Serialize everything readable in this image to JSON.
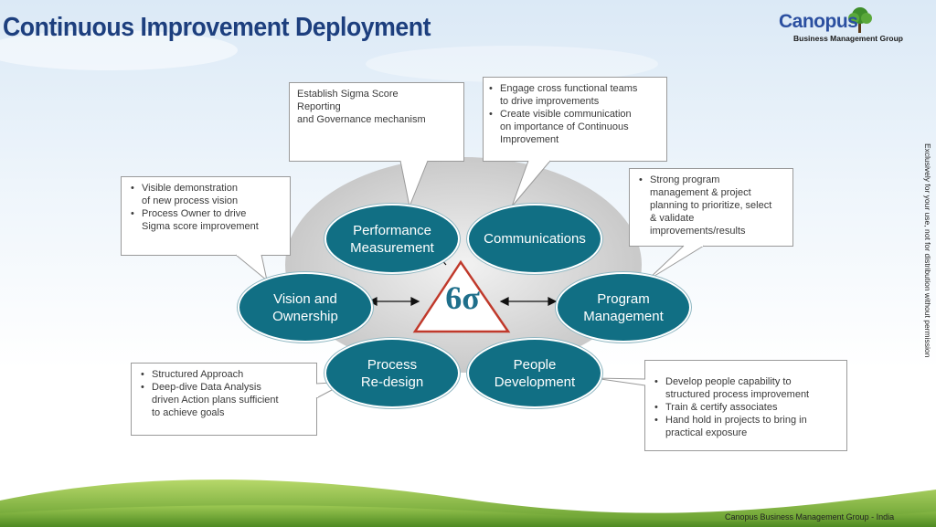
{
  "title": "Continuous Improvement Deployment",
  "logo": {
    "name": "Canopus",
    "subtitle": "Business Management Group"
  },
  "side_note": "Exclusively for your use, not for distribution without permission",
  "footer": "Canopus Business Management Group - India",
  "center_symbol": "6σ",
  "nodes": {
    "performance": [
      "Performance",
      "Measurement"
    ],
    "communications": [
      "Communications"
    ],
    "vision": [
      "Vision and",
      "Ownership"
    ],
    "program": [
      "Program",
      "Management"
    ],
    "process": [
      "Process",
      "Re-design"
    ],
    "people": [
      "People",
      "Development"
    ]
  },
  "callouts": {
    "performance": [
      "Establish Sigma Score",
      "Reporting",
      "and Governance mechanism"
    ],
    "communications": [
      [
        "Engage cross functional teams",
        "to drive improvements"
      ],
      [
        "Create visible communication",
        "on importance of Continuous",
        "Improvement"
      ]
    ],
    "vision": [
      [
        "Visible demonstration",
        "of new process vision"
      ],
      [
        "Process Owner to drive",
        "Sigma score improvement"
      ]
    ],
    "program": [
      [
        "Strong program",
        "management & project",
        "planning to prioritize, select",
        "& validate",
        "improvements/results"
      ]
    ],
    "process": [
      [
        "Structured Approach"
      ],
      [
        "Deep-dive Data Analysis",
        "driven Action plans sufficient",
        "to achieve goals"
      ]
    ],
    "people": [
      [
        "Develop people capability to",
        "structured process improvement"
      ],
      [
        "Train & certify associates"
      ],
      [
        "Hand hold in projects to bring in",
        "practical exposure"
      ]
    ]
  },
  "colors": {
    "title": "#1d3f7e",
    "node_fill": "#116f84",
    "triangle": "#c0392b",
    "grass": "#7fb33a"
  }
}
